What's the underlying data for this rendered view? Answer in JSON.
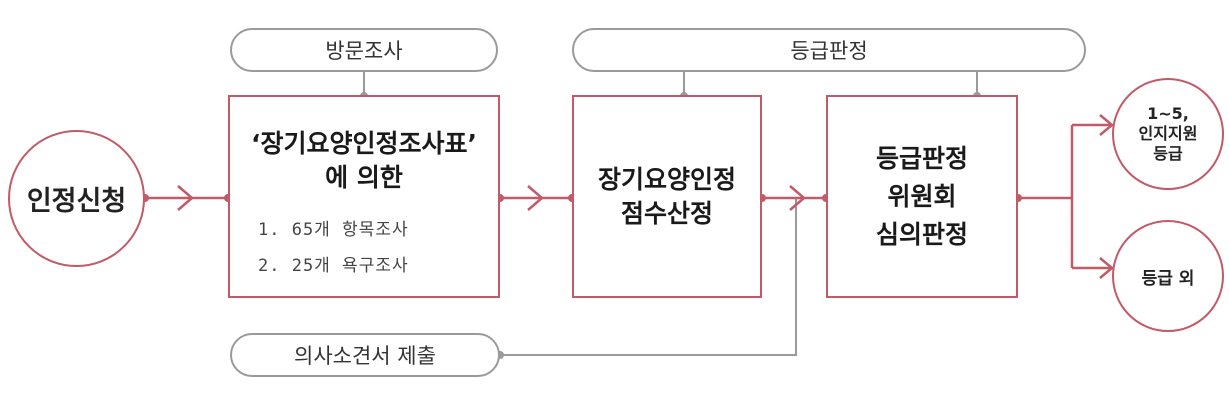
{
  "pills": {
    "visit": "방문조사",
    "grading": "등급판정",
    "doctor": "의사소견서 제출"
  },
  "nodes": {
    "apply": "인정신청",
    "survey_line1": "‘장기요양인정조사표’",
    "survey_line2": "에 의한",
    "survey_item1": "1. 65개 항목조사",
    "survey_item2": "2. 25개 욕구조사",
    "score_line1": "장기요양인정",
    "score_line2": "점수산정",
    "committee_line1": "등급판정",
    "committee_line2": "위원회",
    "committee_line3": "심의판정"
  },
  "outcomes": {
    "grade_line1": "1~5,",
    "grade_line2": "인지지원",
    "grade_line3": "등급",
    "other": "등급 외"
  },
  "colors": {
    "accent": "#c25a68",
    "gray_line": "#9a9a9a"
  }
}
